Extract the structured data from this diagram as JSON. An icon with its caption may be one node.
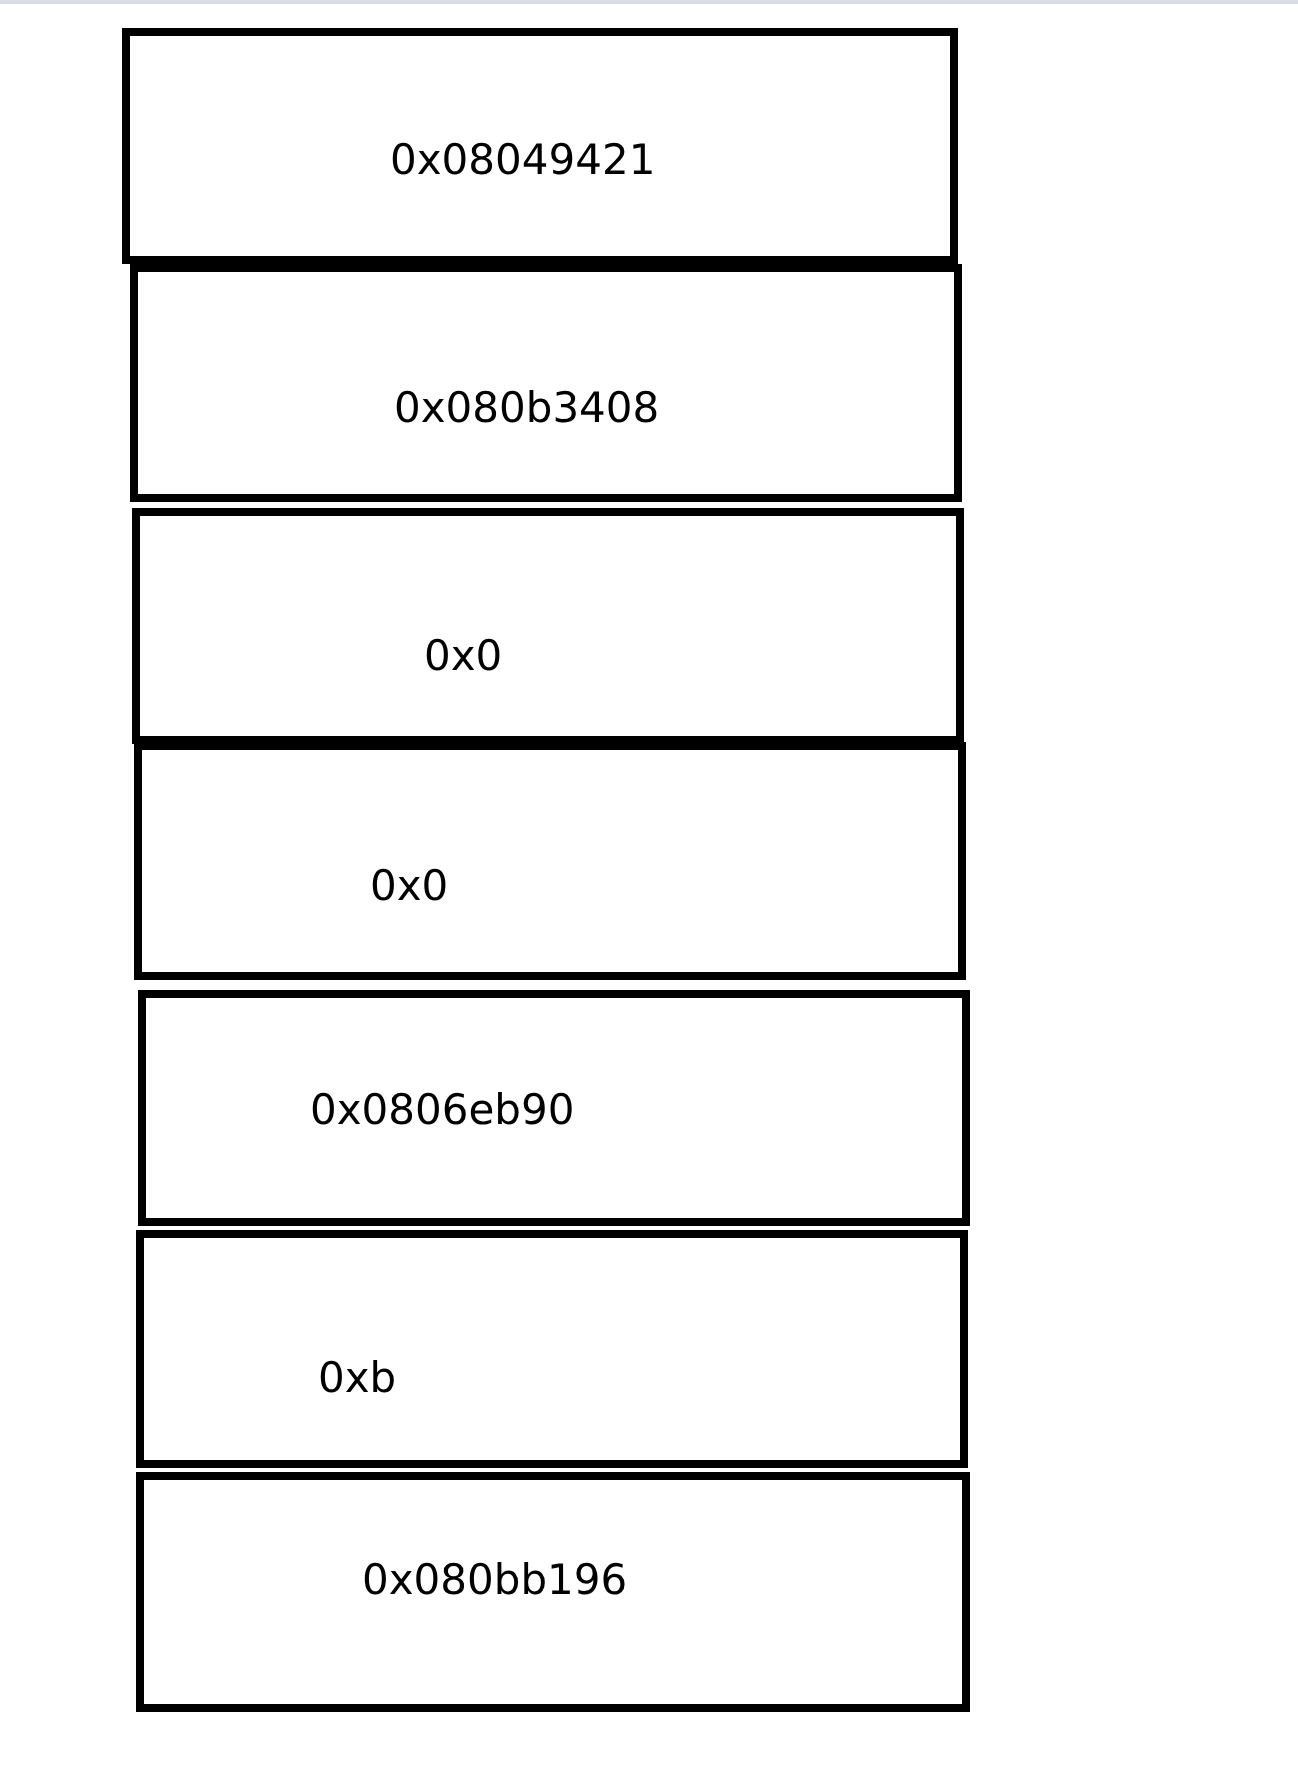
{
  "diagram": {
    "nodes": [
      {
        "text": [
          "0x08049421"
        ]
      },
      {
        "text": [
          "0x080b3408"
        ]
      },
      {
        "text": [
          "0x0"
        ]
      },
      {
        "text": [
          "0x0"
        ]
      },
      {
        "text": [
          "0x0806eb90"
        ]
      },
      {
        "text": [
          "0xb"
        ]
      },
      {
        "text": [
          "0x080bb196"
        ]
      }
    ]
  }
}
